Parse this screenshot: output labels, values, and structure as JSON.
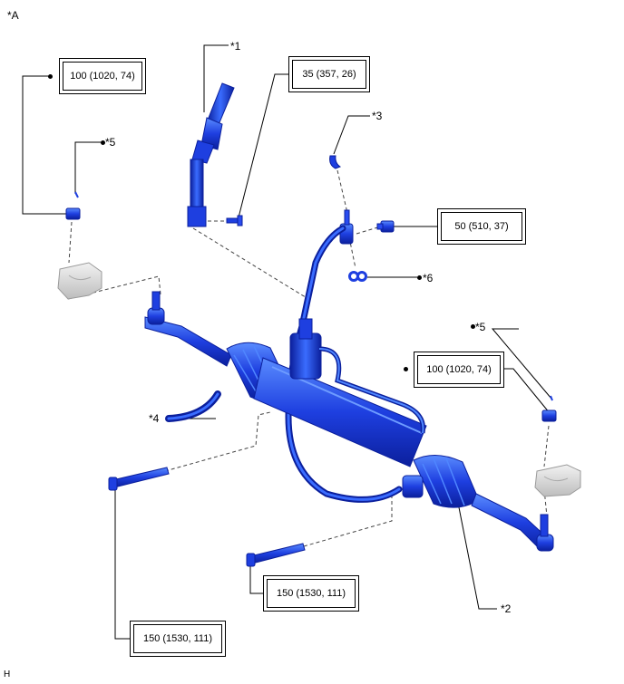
{
  "figure_label": "*A",
  "corner_mark": "H",
  "callouts": {
    "c1": "*1",
    "c2": "*2",
    "c3": "*3",
    "c4": "*4",
    "c5_left": "*5",
    "c5_right": "*5",
    "c6": "*6"
  },
  "torque_specs": {
    "tie_rod_nut_left": "100 (1020, 74)",
    "intermediate_shaft_bolt": "35 (357, 26)",
    "pressure_tube_union_bolt": "50 (510, 37)",
    "tie_rod_nut_right": "100 (1020, 74)",
    "mounting_bolt_front": "150 (1530, 111)",
    "mounting_bolt_rear": "150 (1530, 111)"
  },
  "colors": {
    "part_fill": "#1e3fe0",
    "part_dark": "#0b1f9c",
    "part_light": "#4f86ff",
    "knuckle": "#d6d6d6",
    "leader": "#000000"
  }
}
